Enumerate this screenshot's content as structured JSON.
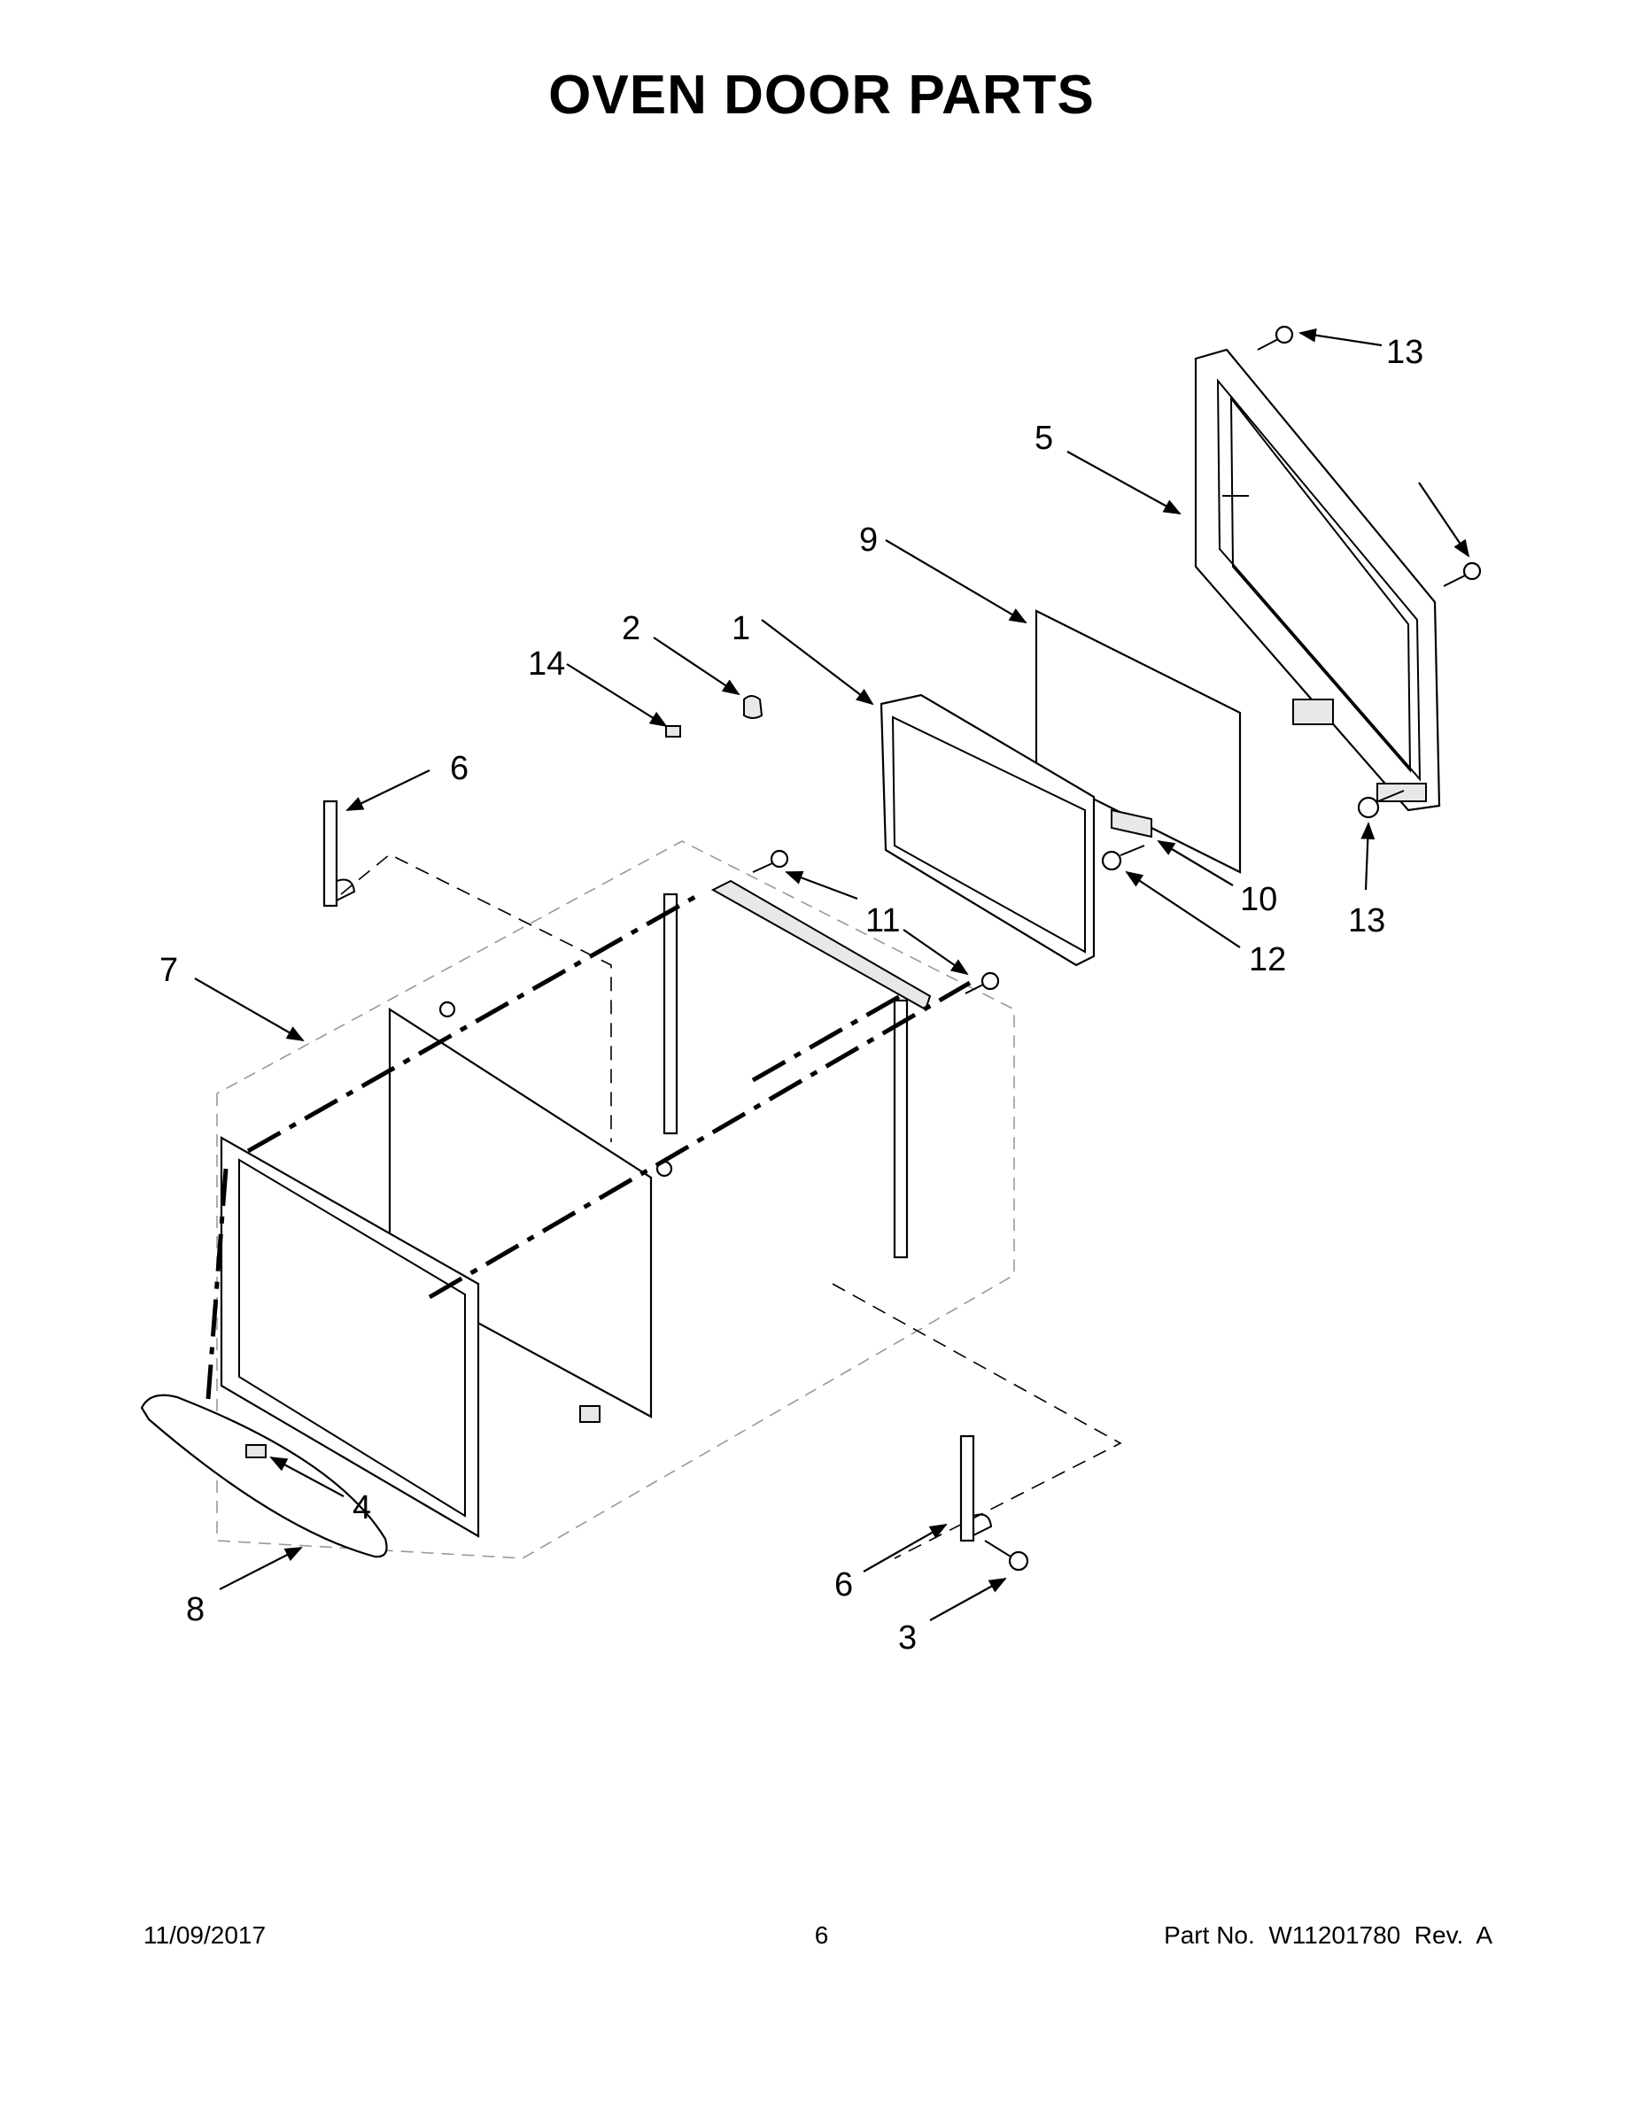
{
  "title": "OVEN DOOR PARTS",
  "callouts": {
    "c1": "1",
    "c2": "2",
    "c3": "3",
    "c4": "4",
    "c5": "5",
    "c6a": "6",
    "c6b": "6",
    "c7": "7",
    "c8": "8",
    "c9": "9",
    "c10": "10",
    "c11": "11",
    "c12": "12",
    "c13a": "13",
    "c13b": "13",
    "c14": "14"
  },
  "footer": {
    "date": "11/09/2017",
    "page": "6",
    "part": "Part No.  W11201780  Rev.  A"
  },
  "colors": {
    "line": "#000000",
    "ghost": "#999999",
    "background": "#ffffff"
  }
}
